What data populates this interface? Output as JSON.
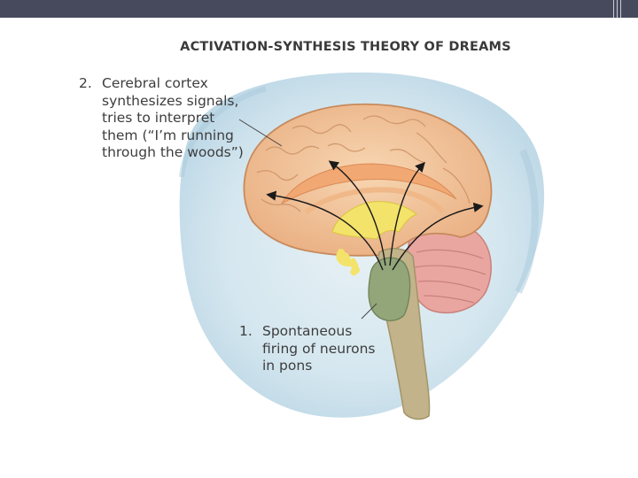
{
  "title": "ACTIVATION-SYNTHESIS THEORY OF DREAMS",
  "labels": {
    "cortex": {
      "number": "2.",
      "lines": [
        "Cerebral cortex",
        "synthesizes signals,",
        "tries to interpret",
        "them (“I’m running",
        "through the woods”)"
      ]
    },
    "pons": {
      "number": "1.",
      "lines": [
        "Spontaneous",
        "firing of neurons",
        "in pons"
      ]
    }
  },
  "colors": {
    "top_bar": "#474a5c",
    "halo": "#cfe3ee",
    "cortex": "#f2c39a",
    "cerebellum": "#e9a6a1",
    "limbic": "#f3e36a",
    "brainstem": "#c2b38a",
    "pons": "#93a67a"
  }
}
